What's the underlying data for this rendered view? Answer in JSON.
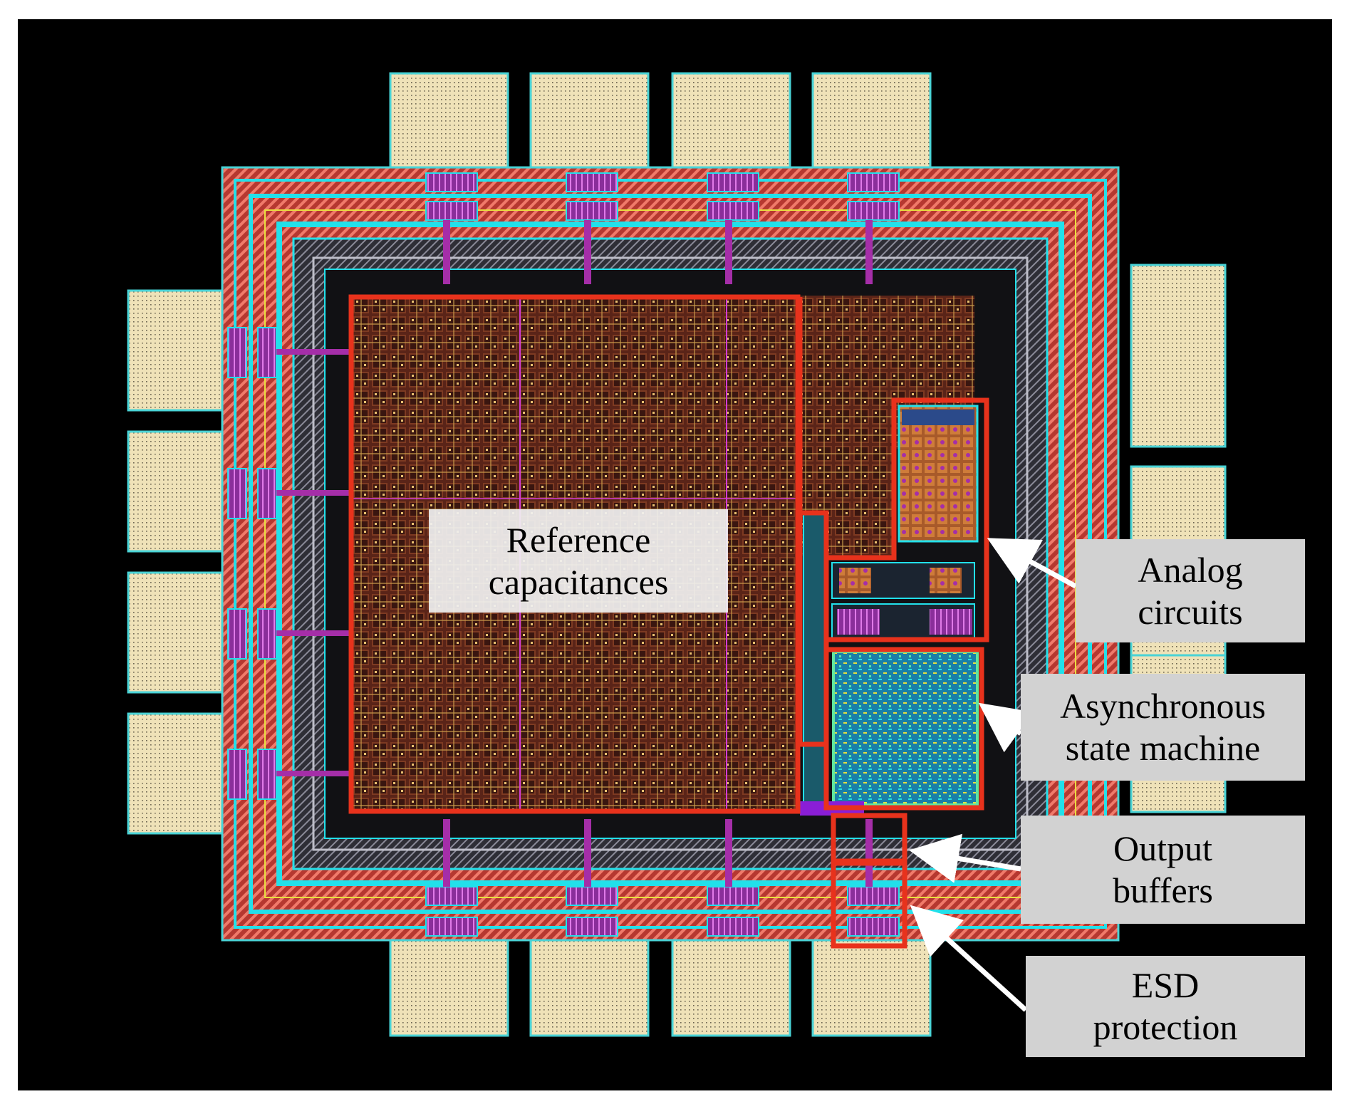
{
  "figure": {
    "colors": {
      "background": "#000000",
      "pad": "#efe2b8",
      "pad_outline": "#49d3d6",
      "metal_red": "#e2473a",
      "metal_cyan": "#22e0ea",
      "poly_magenta": "#a52ea8",
      "yellow": "#e8e040",
      "highlight": "#e8321c",
      "label_box": "#d2d2d2",
      "arrow": "#ffffff"
    },
    "labels": {
      "reference": {
        "line1": "Reference",
        "line2": "capacitances"
      },
      "analog": {
        "line1": "Analog",
        "line2": "circuits"
      },
      "asm": {
        "line1": "Asynchronous",
        "line2": "state machine"
      },
      "output": {
        "line1": "Output",
        "line2": "buffers"
      },
      "esd": {
        "line1": "ESD",
        "line2": "protection"
      }
    },
    "icons": [
      "arrow-icon"
    ]
  }
}
